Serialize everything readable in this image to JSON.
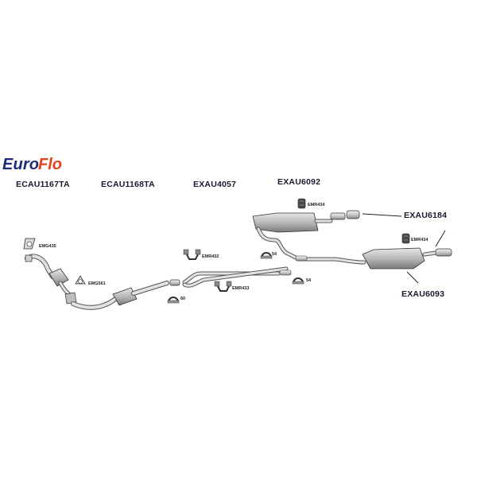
{
  "brand": {
    "logo_text": "EuroFlo",
    "colors": {
      "euro": "#1c2a7a",
      "flo": "#e8401c"
    }
  },
  "part_labels": {
    "front_pipe": "ECAU1167TA",
    "catalyst": "ECAU1168TA",
    "center_pipe": "EXAU4057",
    "center_silencer": "EXAU6092",
    "left_tailpipe": "EXAU6184",
    "rear_silencer": "EXAU6093"
  },
  "fitting_labels": {
    "gasket_front": "EMG435",
    "gasket_cat": "EMG561",
    "clamp_60": "60",
    "mount_432": "EMR432",
    "clamp_54a": "54",
    "mount_433": "EMR433",
    "clamp_54b": "54",
    "mount_434a": "EMR434",
    "mount_434b": "EMR434"
  }
}
